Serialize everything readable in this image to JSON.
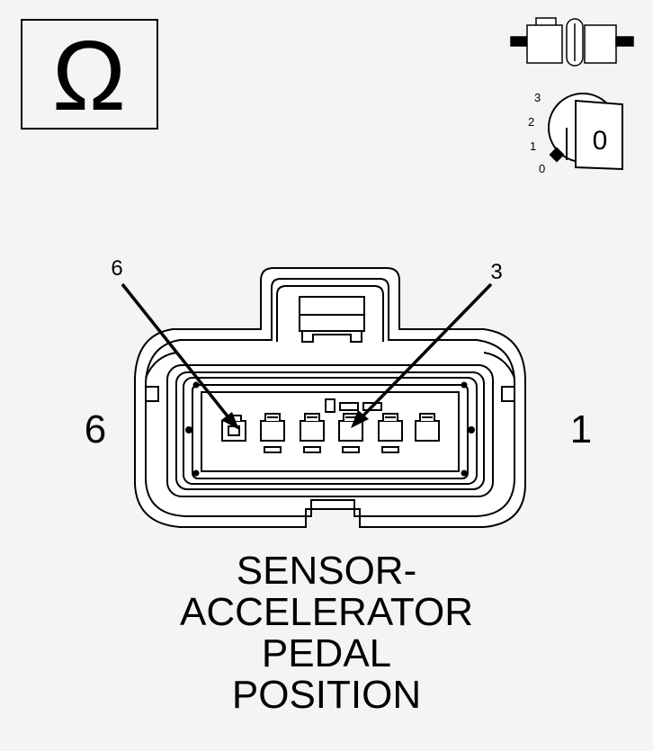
{
  "meter_symbol": "Ω",
  "ignition": {
    "positions": [
      "3",
      "2",
      "1",
      "0"
    ],
    "key_value": "0"
  },
  "connector": {
    "left_end_label": "6",
    "right_end_label": "1",
    "callouts": [
      {
        "text": "6"
      },
      {
        "text": "3"
      }
    ]
  },
  "caption": {
    "line1": "SENSOR-",
    "line2": "ACCELERATOR",
    "line3": "PEDAL",
    "line4": "POSITION"
  }
}
